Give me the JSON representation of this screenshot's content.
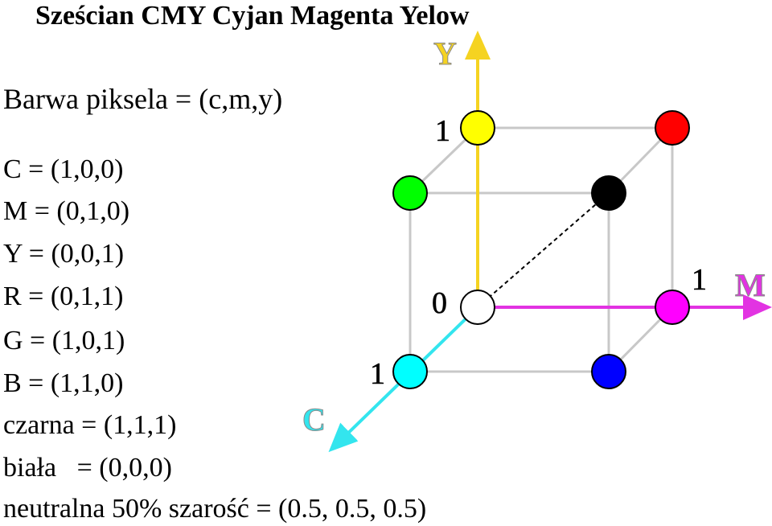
{
  "title": "Sześcian CMY Cyjan Magenta Yelow",
  "subtitle": "Barwa piksela = (c,m,y)",
  "legend": [
    "C = (1,0,0)",
    "M = (0,1,0)",
    "Y = (0,0,1)",
    "R = (0,1,1)",
    "G = (1,0,1)",
    "B = (1,1,0)",
    "czarna = (1,1,1)",
    "biała   = (0,0,0)",
    "neutralna 50% szarość = (0.5, 0.5, 0.5)"
  ],
  "axes": {
    "c": {
      "label": "C",
      "color": "#33e5ee"
    },
    "m": {
      "label": "M",
      "color": "#e233e2"
    },
    "y": {
      "label": "Y",
      "color": "#f5d321"
    }
  },
  "ticks": {
    "origin": "0",
    "c_one": "1",
    "m_one": "1",
    "y_one": "1"
  },
  "vertex_colors": {
    "white": "#ffffff",
    "cyan": "#00ffff",
    "magenta": "#ff00ff",
    "yellow": "#ffff00",
    "red": "#ff0000",
    "green": "#00ff00",
    "blue": "#0000ff",
    "black": "#000000"
  },
  "edge_color": "#c8c8c8"
}
